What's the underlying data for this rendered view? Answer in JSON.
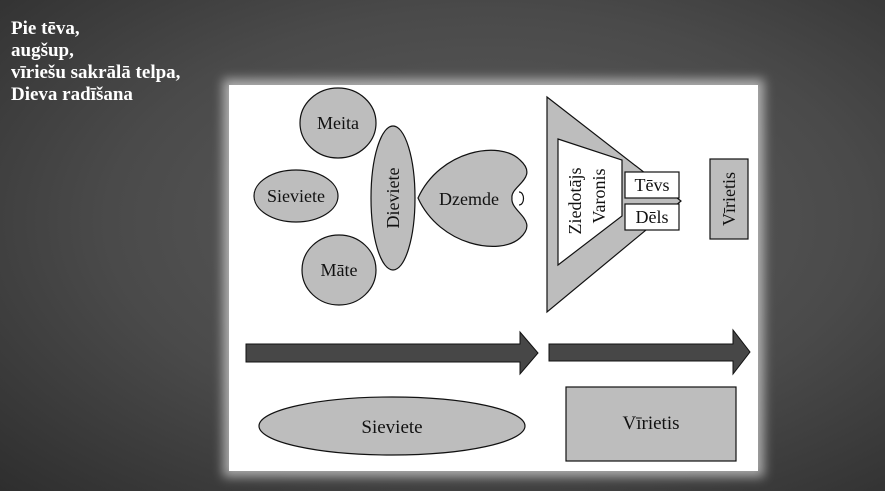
{
  "slide": {
    "title_lines": [
      "Pie tēva,",
      "augšup,",
      "vīriešu sakrālā telpa,",
      "Dieva radīšana"
    ]
  },
  "diagram": {
    "meita": "Meita",
    "sieviete_top": "Sieviete",
    "mate": "Māte",
    "dieviete": "Dieviete",
    "dzemde": "Dzemde",
    "ziedotajs": "Ziedotājs",
    "varonis": "Varonis",
    "tevs": "Tēvs",
    "dels": "Dēls",
    "virietis_vertical": "Vīrietis",
    "sieviete_bottom": "Sieviete",
    "virietis_bottom": "Vīrietis"
  },
  "colors": {
    "shape_fill": "#bdbdbd",
    "arrow_fill": "#474747",
    "outline": "#111111",
    "title_text": "#ffffff"
  }
}
